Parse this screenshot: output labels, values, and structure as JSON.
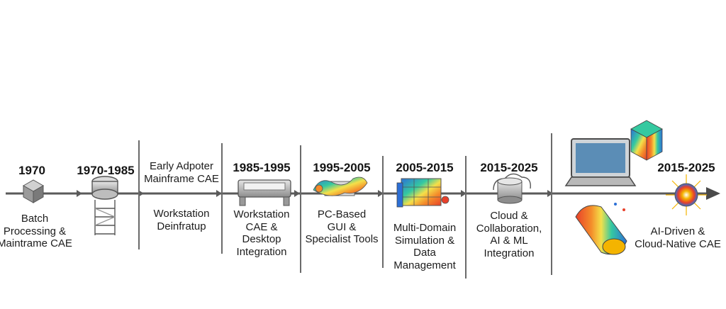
{
  "timeline": {
    "accent_colors": {
      "axis": "#5a5a5a",
      "divider": "#6a6a6a",
      "hot": "#e8402a",
      "cool": "#2c6fd6",
      "warm": "#f4b400"
    },
    "eras": [
      {
        "year": "1970",
        "icon": "server-box-icon",
        "desc": "Batch\nProcessing &\nMaintrame CAE"
      },
      {
        "year": "1970-1985",
        "icon": "mainframe-tower-icon",
        "desc": ""
      },
      {
        "year": "Early Adpoter\nMainframe CAE",
        "icon": "",
        "desc": "Workstation\nDeinfratup"
      },
      {
        "year": "1985-1995",
        "icon": "workstation-icon",
        "desc": "Workstation\nCAE &\nDesktop\nIntegration"
      },
      {
        "year": "1995-2005",
        "icon": "pc-simulation-icon",
        "desc": "PC-Based\nGUI &\nSpecialist Tools"
      },
      {
        "year": "2005-2015",
        "icon": "multi-domain-icon",
        "desc": "Multi-Domain\nSimulation &\nData\nManagement"
      },
      {
        "year": "2015-2025",
        "icon": "cloud-database-icon",
        "desc": "Cloud &\nCollaboration,\nAI & ML\nIntegration"
      },
      {
        "year": "2015-2025",
        "icon": "ai-sunburst-icon",
        "desc": "AI-Driven &\nCloud-Native CAE"
      }
    ],
    "extra_icons": [
      "laptop-icon",
      "heatmap-cube-icon",
      "cfd-cylinder-icon"
    ]
  }
}
